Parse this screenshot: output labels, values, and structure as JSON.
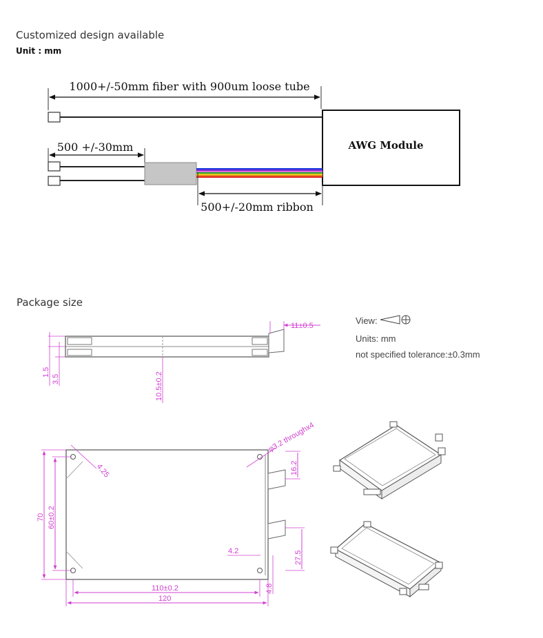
{
  "header": {
    "title": "Customized design available",
    "unit": "Unit : mm"
  },
  "fiber_diagram": {
    "fiber_label": "1000+/-50mm fiber with 900um loose tube",
    "pigtail_label": "500 +/-30mm",
    "ribbon_label": "500+/-20mm ribbon",
    "module_label": "AWG Module",
    "ribbon_colors": [
      "#1d39e0",
      "#7b2bd6",
      "#e06fd8",
      "#28a836",
      "#e6c81e",
      "#e8821e",
      "#e01e1e"
    ]
  },
  "package": {
    "title": "Package size",
    "view_label": "View:",
    "units_label": "Units: mm",
    "tolerance_label": "not specified tolerance:±0.3mm",
    "dims": {
      "top_length": "11±0.5",
      "side_1": "1.5",
      "side_2": "3.5",
      "thickness": "10.5±0.2",
      "hole": "φ3.2 throughx4",
      "dim_16": "16.2",
      "chamfer": "4.25",
      "height_total": "70",
      "height_holes": "60±0.2",
      "dim_42": "4.2",
      "dim_275": "27.5",
      "dim_48": "4.8",
      "width_holes": "110±0.2",
      "width_total": "120"
    },
    "dim_color": "#d040d0"
  }
}
